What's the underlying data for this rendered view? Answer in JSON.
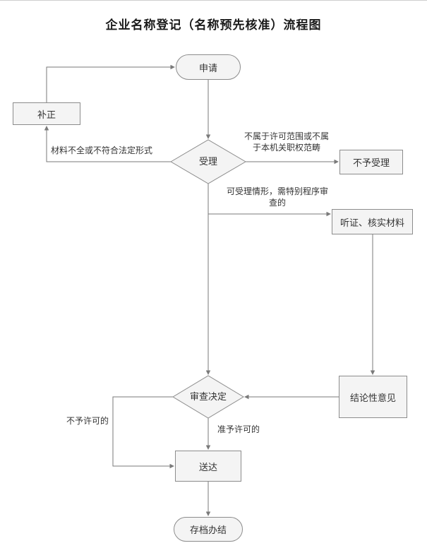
{
  "title": "企业名称登记（名称预先核准）流程图",
  "nodes": {
    "apply": {
      "label": "申请"
    },
    "correction": {
      "label": "补正"
    },
    "acceptance": {
      "label": "受理"
    },
    "not_accepted": {
      "label": "不予受理"
    },
    "hearing": {
      "label": "听证、核实材料"
    },
    "conclusion": {
      "label": "结论性意见"
    },
    "review_decision": {
      "label": "审查决定"
    },
    "delivery": {
      "label": "送达"
    },
    "archive": {
      "label": "存档办结"
    }
  },
  "edge_labels": {
    "incomplete_materials": "材料不全或不符合法定形式",
    "out_of_scope": "不属于许可范围或不属于本机关职权范畴",
    "special_procedure": "可受理情形，需特别程序审查的",
    "not_permitted": "不予许可的",
    "permitted": "准予许可的"
  },
  "colors": {
    "node_fill": "#f4f4f4",
    "node_border": "#8c8c8c",
    "line": "#7a7a7a",
    "text": "#333333",
    "title": "#1a1a1a"
  }
}
